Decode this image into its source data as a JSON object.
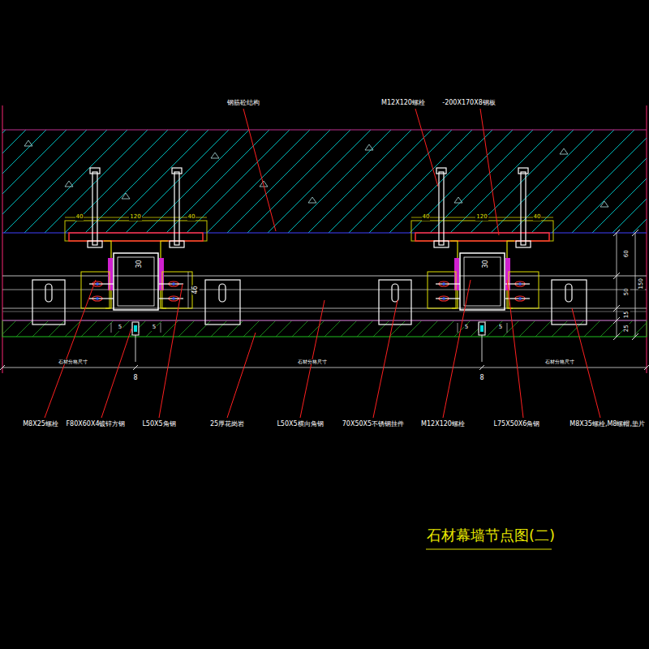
{
  "diagram": {
    "title": "石材幕墙节点图(二)",
    "labels": [
      "钢筋砼结构",
      "M12X120螺栓",
      "-200X170X8钢板",
      "40",
      "120",
      "40",
      "40",
      "120",
      "40",
      "30",
      "30",
      "46",
      "5",
      "5",
      "5",
      "5",
      "8",
      "8",
      "石材分格尺寸",
      "石材分格尺寸",
      "石材分格尺寸",
      "60",
      "50",
      "15",
      "25",
      "150",
      "M8X25螺栓",
      "F80X60X4镀锌方钢",
      "L50X5角钢",
      "25厚花岗岩",
      "L50X5横向角钢",
      "70X50X5不锈钢挂件",
      "M12X120螺栓",
      "L75X50X6角钢",
      "M8X35螺栓,M8螺帽,垫片"
    ]
  }
}
